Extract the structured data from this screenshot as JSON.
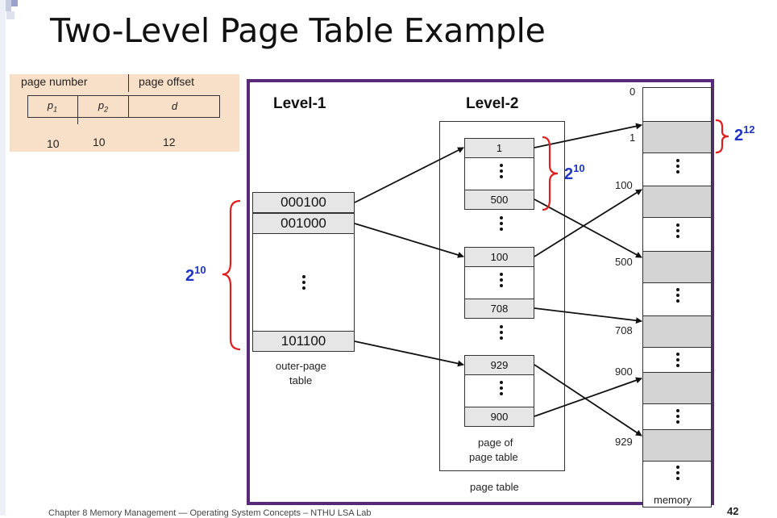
{
  "slide": {
    "title": "Two-Level Page Table Example",
    "footer": "Chapter 8 Memory Management — Operating System Concepts – NTHU LSA Lab",
    "page_number": "42"
  },
  "address_format": {
    "page_number_label": "page number",
    "page_offset_label": "page offset",
    "fields": [
      "p1",
      "p2",
      "d"
    ],
    "bits": [
      "10",
      "10",
      "12"
    ]
  },
  "diagram": {
    "level1_heading": "Level-1",
    "level2_heading": "Level-2",
    "outer_table": {
      "entries": [
        "000100",
        "001000",
        "101100"
      ],
      "caption_line1": "outer-page",
      "caption_line2": "table"
    },
    "inner_tables": {
      "group1": [
        "1",
        "500"
      ],
      "group2": [
        "100",
        "708"
      ],
      "group3": [
        "929",
        "900"
      ],
      "caption_line1": "page of",
      "caption_line2": "page table",
      "outer_caption": "page table"
    },
    "memory": {
      "labels": [
        "0",
        "1",
        "100",
        "500",
        "708",
        "900",
        "929"
      ],
      "caption": "memory"
    },
    "annotations": {
      "outer_size": "2",
      "outer_size_exp": "10",
      "inner_size": "2",
      "inner_size_exp": "10",
      "page_size": "2",
      "page_size_exp": "12"
    },
    "colors": {
      "frame": "#5a2a7a",
      "bracket": "#e02020",
      "annotation": "#1f33c8"
    }
  }
}
